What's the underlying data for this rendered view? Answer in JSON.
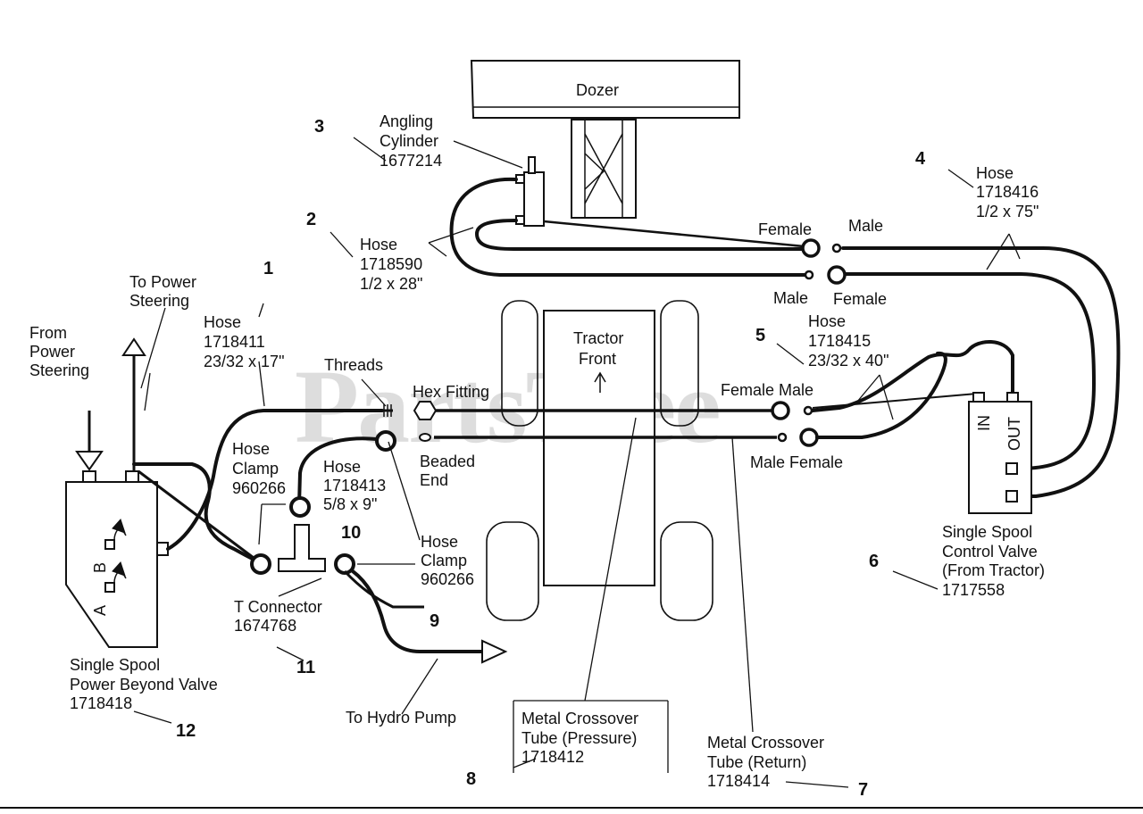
{
  "watermark": "PartsTree",
  "labels": {
    "dozer": "Dozer",
    "tractor_front_1": "Tractor",
    "tractor_front_2": "Front",
    "angling_cyl_1": "Angling",
    "angling_cyl_2": "Cylinder",
    "angling_cyl_pn": "1677214",
    "hose2_1": "Hose",
    "hose2_pn": "1718590",
    "hose2_size": "1/2 x 28\"",
    "hose4_1": "Hose",
    "hose4_pn": "1718416",
    "hose4_size": "1/2 x 75\"",
    "hose5_1": "Hose",
    "hose5_pn": "1718415",
    "hose5_size": "23/32 x 40\"",
    "hose1_1": "Hose",
    "hose1_pn": "1718411",
    "hose1_size": "23/32 x 17\"",
    "hose_clamp_l_1": "Hose",
    "hose_clamp_l_2": "Clamp",
    "hose_clamp_l_pn": "960266",
    "hose13_1": "Hose",
    "hose13_pn": "1718413",
    "hose13_size": "5/8 x 9\"",
    "hose_clamp_r_1": "Hose",
    "hose_clamp_r_2": "Clamp",
    "hose_clamp_r_pn": "960266",
    "to_power_1": "To Power",
    "to_power_2": "Steering",
    "from_power_1": "From",
    "from_power_2": "Power",
    "from_power_3": "Steering",
    "threads": "Threads",
    "hex_fitting": "Hex Fitting",
    "beaded_1": "Beaded",
    "beaded_2": "End",
    "female_top": "Female",
    "male_top": "Male",
    "male_mid": "Male",
    "female_mid": "Female",
    "female_male": "Female Male",
    "male_female": "Male Female",
    "t_conn_1": "T  Connector",
    "t_conn_pn": "1674768",
    "to_hydro": "To Hydro Pump",
    "metal_press_1": "Metal Crossover",
    "metal_press_2": "Tube (Pressure)",
    "metal_press_pn": "1718412",
    "metal_ret_1": "Metal Crossover",
    "metal_ret_2": "Tube (Return)",
    "metal_ret_pn": "1718414",
    "ctrl_valve_1": "Single Spool",
    "ctrl_valve_2": "Control Valve",
    "ctrl_valve_3": "(From Tractor)",
    "ctrl_valve_pn": "1717558",
    "pb_valve_1": "Single Spool",
    "pb_valve_2": "Power Beyond Valve",
    "pb_valve_pn": "1718418",
    "port_in": "IN",
    "port_out": "OUT",
    "port_a": "A",
    "port_b": "B"
  },
  "callouts": {
    "n1": "1",
    "n2": "2",
    "n3": "3",
    "n4": "4",
    "n5": "5",
    "n6": "6",
    "n7": "7",
    "n8": "8",
    "n9": "9",
    "n10": "10",
    "n11": "11",
    "n12": "12"
  }
}
